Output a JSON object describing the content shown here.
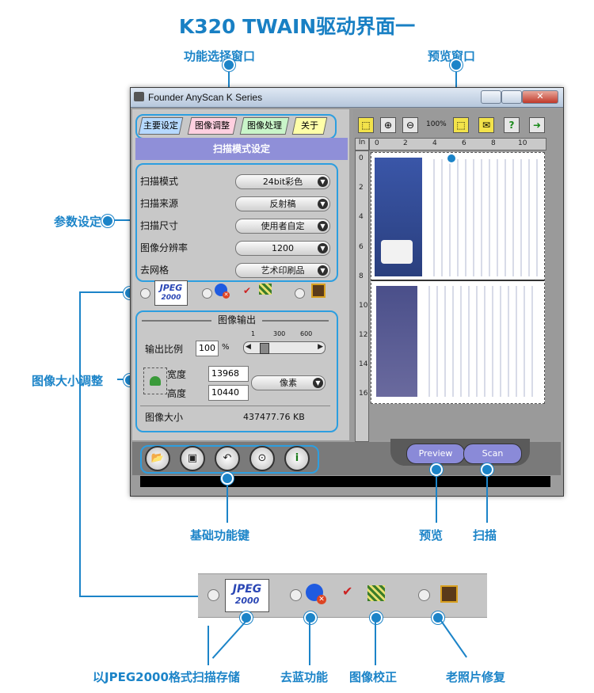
{
  "page_title": "K320 TWAIN驱动界面一",
  "callouts": {
    "function_select_window": "功能选择窗口",
    "preview_window": "预览窗口",
    "param_settings": "参数设定",
    "image_size_adjust": "图像大小调整",
    "basic_function_keys": "基础功能键",
    "preview": "预览",
    "scan": "扫描",
    "jpeg2000_save": "以JPEG2000格式扫描存储",
    "remove_blue": "去蓝功能",
    "image_correction": "图像校正",
    "old_photo_restore": "老照片修复"
  },
  "window": {
    "title": "Founder AnyScan K Series",
    "tabs": [
      "主要设定",
      "图像调整",
      "图像处理",
      "关于"
    ],
    "tab_colors": [
      "#b6d9ff",
      "#ffd0e0",
      "#c9f5c9",
      "#ffffa8"
    ],
    "banner": "扫描模式设定",
    "params": [
      {
        "label": "扫描模式",
        "value": "24bit彩色"
      },
      {
        "label": "扫描来源",
        "value": "反射稿"
      },
      {
        "label": "扫描尺寸",
        "value": "使用者自定"
      },
      {
        "label": "图像分辨率",
        "value": "1200"
      },
      {
        "label": "去网格",
        "value": "艺术印刷品"
      }
    ],
    "options": {
      "jpeg_logo": "JPEG",
      "jpeg_logo_sub": "2000"
    },
    "output": {
      "title": "图像输出",
      "scale_label": "输出比例",
      "scale_value": "100",
      "scale_unit": "%",
      "slider_ticks": [
        "1",
        "300",
        "600"
      ],
      "width_label": "宽度",
      "width_value": "13968",
      "height_label": "高度",
      "height_value": "10440",
      "unit_value": "像素",
      "size_label": "图像大小",
      "size_value": "437477.76 KB"
    },
    "toolbar": {
      "zoom_text": "100%"
    },
    "ruler": {
      "unit": "In",
      "top": [
        "0",
        "2",
        "4",
        "6",
        "8",
        "10"
      ],
      "left": [
        "0",
        "2",
        "4",
        "6",
        "8",
        "10",
        "12",
        "14",
        "16"
      ]
    },
    "buttons": {
      "preview": "Preview",
      "scan": "Scan"
    }
  }
}
